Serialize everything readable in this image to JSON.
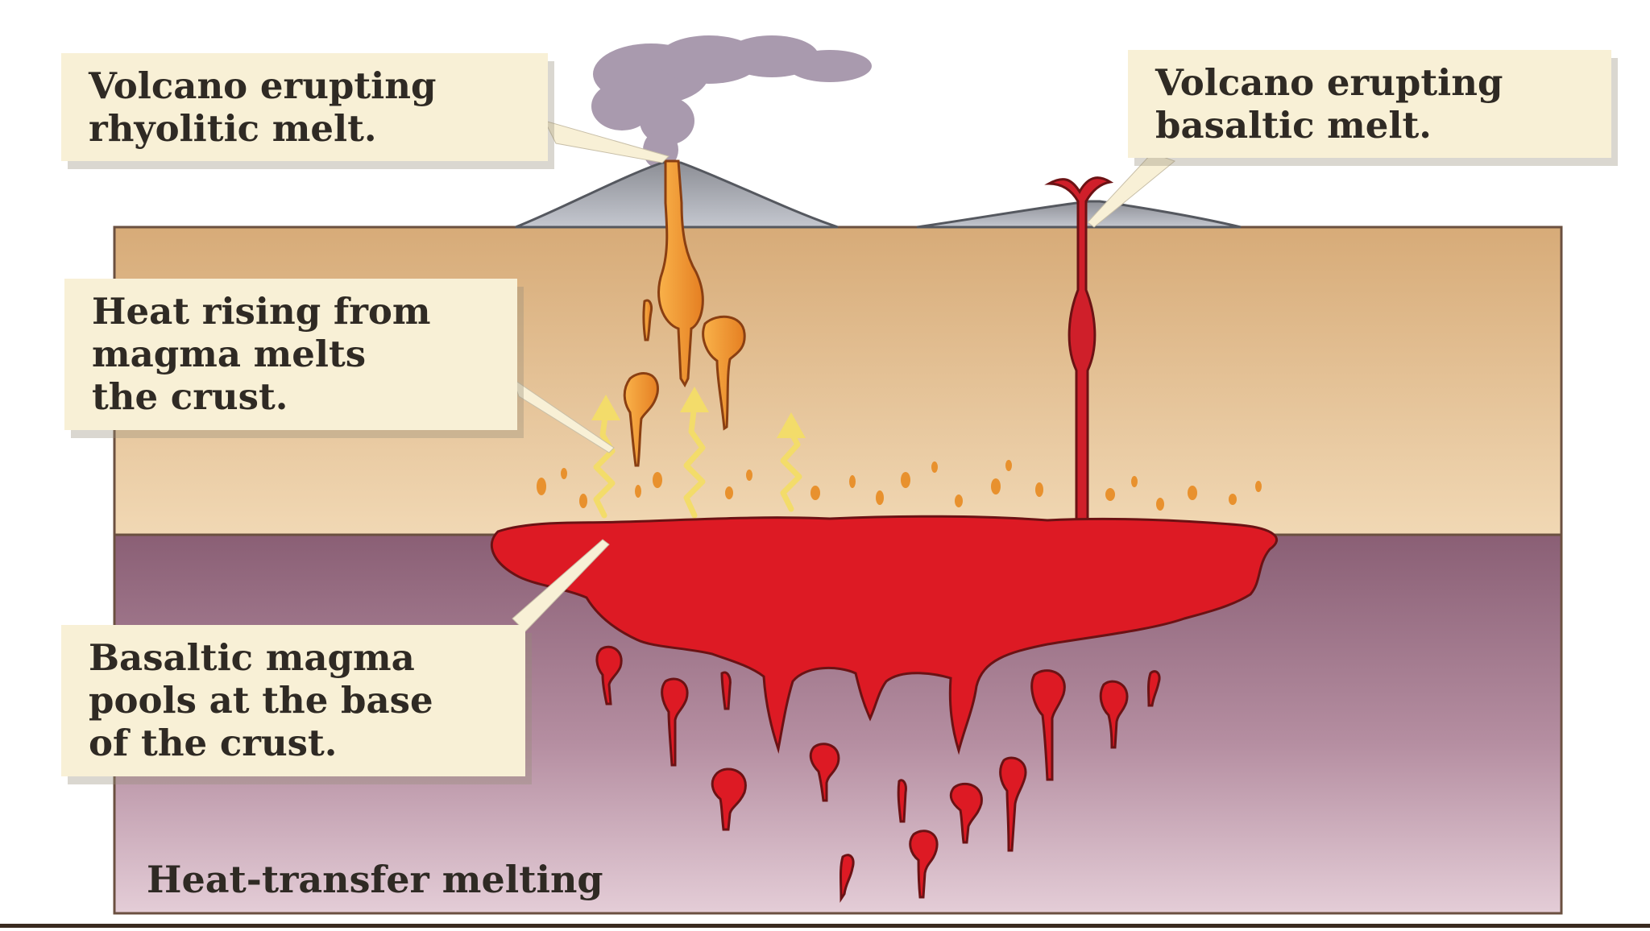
{
  "diagram": {
    "caption": "Heat-transfer melting",
    "labels": {
      "rhyolitic_volcano": [
        "Volcano erupting",
        "rhyolitic melt."
      ],
      "basaltic_volcano": [
        "Volcano erupting",
        "basaltic melt."
      ],
      "heat_rising": [
        "Heat rising from",
        "magma melts",
        "the crust."
      ],
      "magma_pool": [
        "Basaltic magma",
        "pools at the base",
        "of the crust."
      ]
    },
    "colors": {
      "crust": "#d9b07e",
      "mantle": "#8e6478",
      "basaltic_magma": "#dd1a24",
      "rhyolitic_melt": "#f0962c",
      "heat_arrows": "#f3dc6a",
      "ash_plume": "#a99aae",
      "callout_fill": "#f8f0d6"
    }
  }
}
